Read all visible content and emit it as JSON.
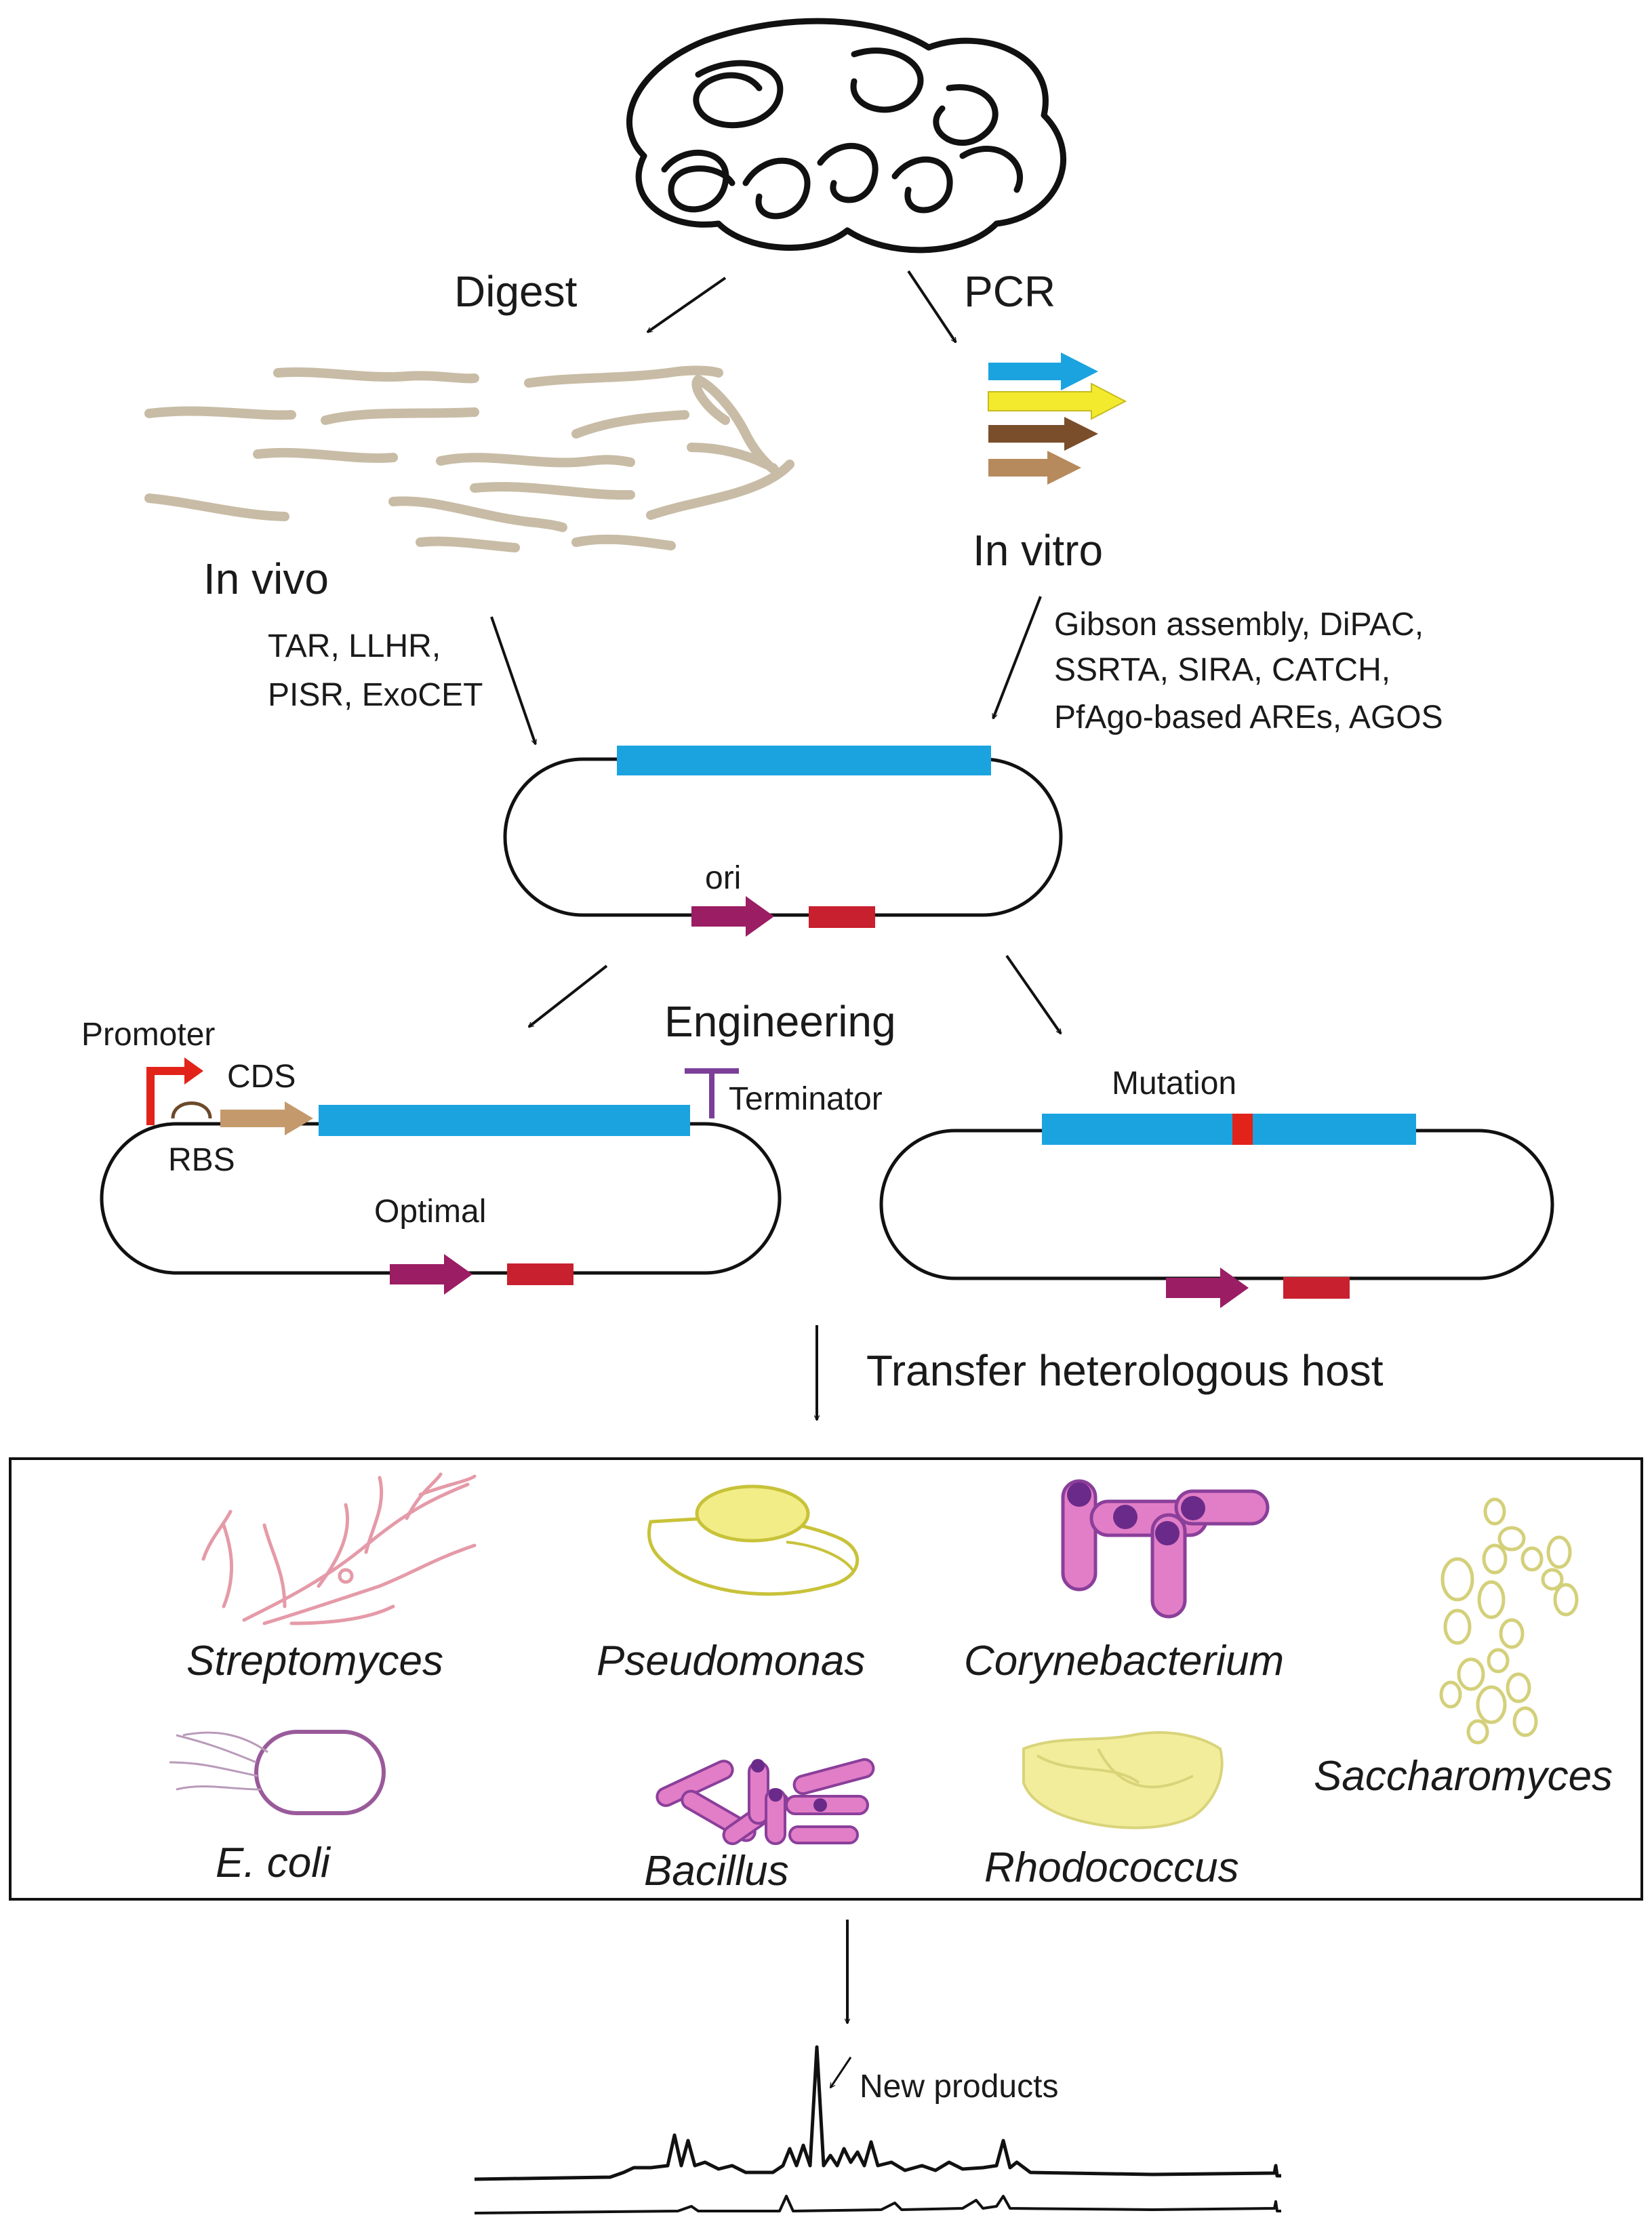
{
  "steps": {
    "digest": "Digest",
    "pcr": "PCR",
    "in_vivo": "In vivo",
    "in_vitro": "In vitro",
    "in_vivo_methods_line1": "TAR, LLHR,",
    "in_vivo_methods_line2": "PISR, ExoCET",
    "in_vitro_methods_line1": "Gibson assembly, DiPAC,",
    "in_vitro_methods_line2": "SSRTA, SIRA, CATCH,",
    "in_vitro_methods_line3": "PfAgo-based AREs, AGOS",
    "ori": "ori",
    "engineering": "Engineering",
    "transfer": "Transfer heterologous host",
    "new_products": "New products"
  },
  "optimal_plasmid": {
    "promoter": "Promoter",
    "cds": "CDS",
    "rbs": "RBS",
    "terminator": "Terminator",
    "optimal": "Optimal"
  },
  "mutation_plasmid": {
    "mutation": "Mutation"
  },
  "hosts": [
    "Streptomyces",
    "Pseudomonas",
    "Corynebacterium",
    "Saccharomyces",
    "E. coli",
    "Bacillus",
    "Rhodococcus"
  ],
  "colors": {
    "gene_cluster": "#1ba3e0",
    "ori_arrow": "#9b1d63",
    "marker": "#c8202e",
    "promoter": "#e2231a",
    "cds_arrow": "#c49a6c",
    "terminator": "#7b3f98",
    "fragment": "#c8bca6",
    "pcr_blue": "#1ba3e0",
    "pcr_yellow": "#f4ea2d",
    "pcr_brown": "#7a4e2b",
    "pcr_tan": "#b68a5c"
  }
}
